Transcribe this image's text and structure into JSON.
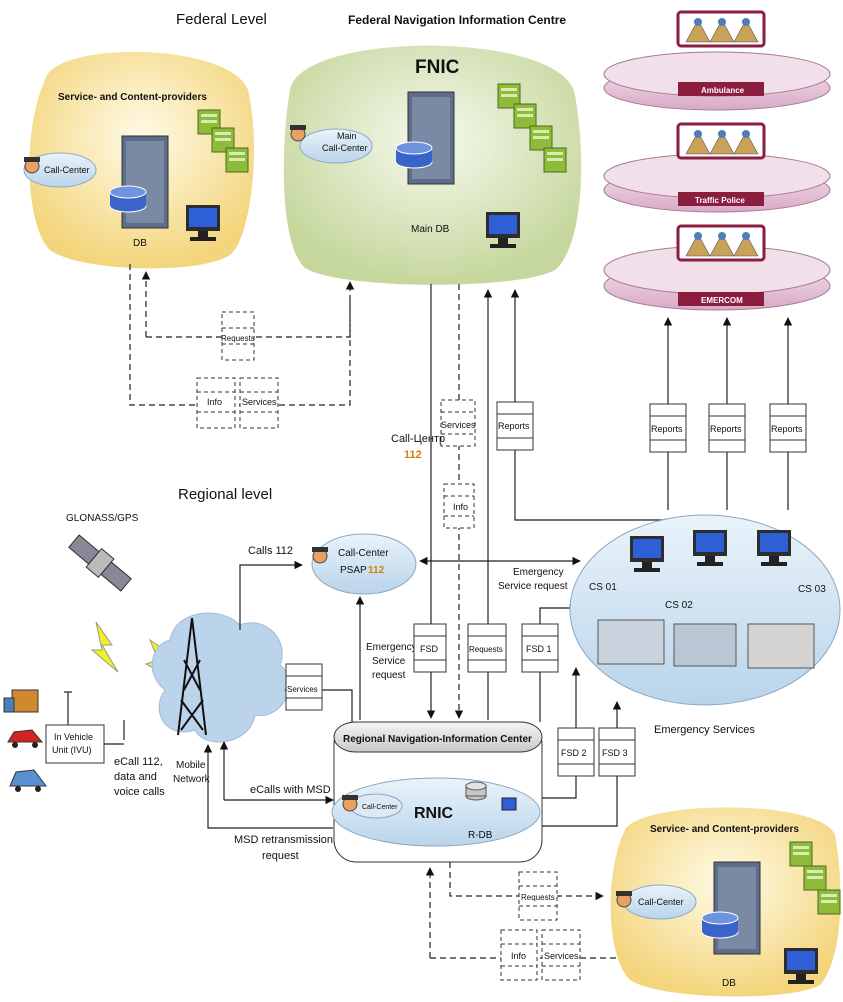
{
  "labels": {
    "federal_level": "Federal Level",
    "fnic_header": "Federal Navigation Information Centre",
    "fnic": "FNIC",
    "main_call_center_1": "Main",
    "main_call_center_2": "Call-Center",
    "main_db": "Main DB",
    "providers_top": "Service- and Content-providers",
    "call_center": "Call-Center",
    "db": "DB",
    "ambulance": "Ambulance",
    "traffic_police": "Traffic Police",
    "emercom": "EMERCOM",
    "requests": "Requests",
    "info": "Info",
    "services": "Services",
    "reports": "Reports",
    "call_centr_ru": "Call-Центр",
    "num_112": "112",
    "regional_level": "Regional level",
    "glonass": "GLONASS/GPS",
    "calls_112": "Calls 112",
    "psap_1": "Call-Center",
    "psap_2": "PSAP",
    "emerg_req_1": "Emergency",
    "emerg_req_2": "Service request",
    "ers_1": "Emergency",
    "ers_2": "Service",
    "ers_3": "request",
    "fsd": "FSD",
    "fsd1": "FSD 1",
    "fsd2": "FSD 2",
    "fsd3": "FSD 3",
    "cs01": "CS 01",
    "cs02": "CS 02",
    "cs03": "CS 03",
    "emergency_services": "Emergency Services",
    "ivu_1": "In Vehicle",
    "ivu_2": "Unit (IVU)",
    "ecall_1": "eCall 112,",
    "ecall_2": "data and",
    "ecall_3": "voice calls",
    "mobile_1": "Mobile",
    "mobile_2": "Network",
    "ecalls_msd": "eCalls with MSD",
    "msd_retx_1": "MSD retransmission",
    "msd_retx_2": "request",
    "rnic_header": "Regional Navigation-Information Center",
    "rnic": "RNIC",
    "rdb": "R-DB",
    "providers_bottom": "Service- and Content-providers"
  },
  "colors": {
    "yellow_blob": "#f7dd8e",
    "green_blob": "#d5e3b5",
    "pink_disc": "#e7c6da",
    "blue_ellipse": "#cfe2f0",
    "maroon": "#8b1d3f",
    "accent_112": "#d07f10"
  }
}
